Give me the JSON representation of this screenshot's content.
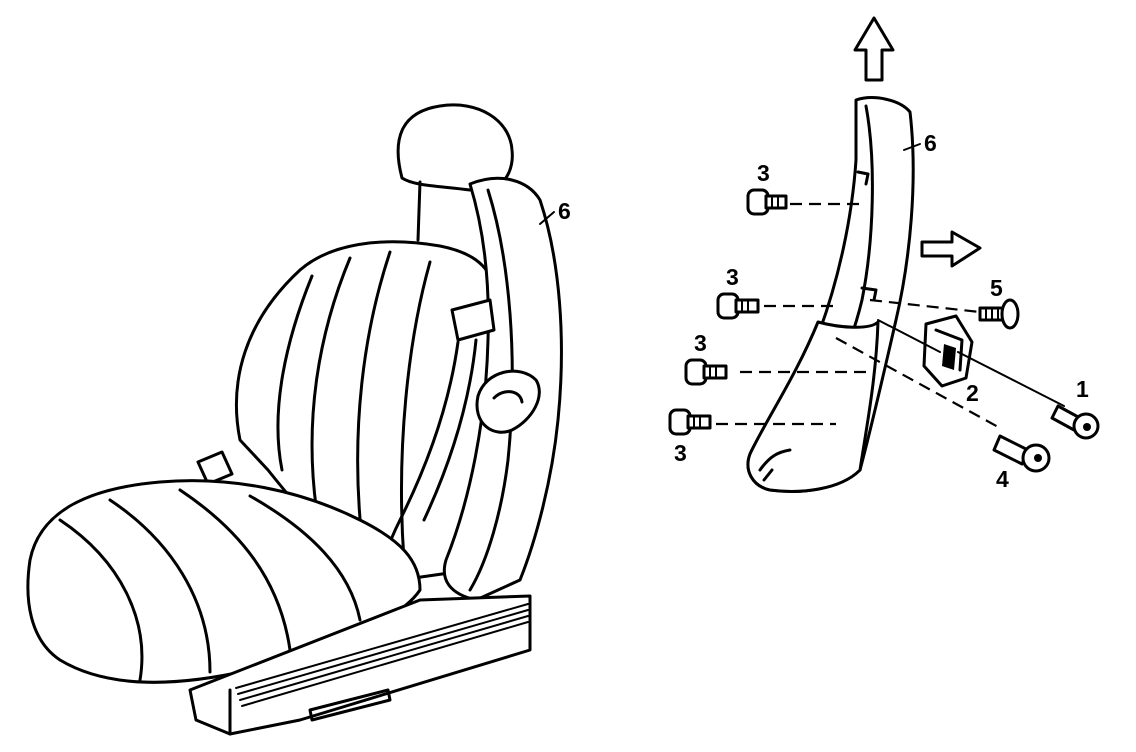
{
  "callouts": {
    "seat_cover": "6",
    "trim_panel": "6",
    "screw_top": "3",
    "screw_upper_mid": "3",
    "screw_lower_mid": "3",
    "screw_bottom": "3",
    "bracket": "2",
    "bolt_bracket": "1",
    "bolt_lower": "4",
    "fastener_right": "5"
  },
  "icons": {
    "arrow_up": "arrow-up-icon",
    "arrow_right": "arrow-right-icon"
  }
}
